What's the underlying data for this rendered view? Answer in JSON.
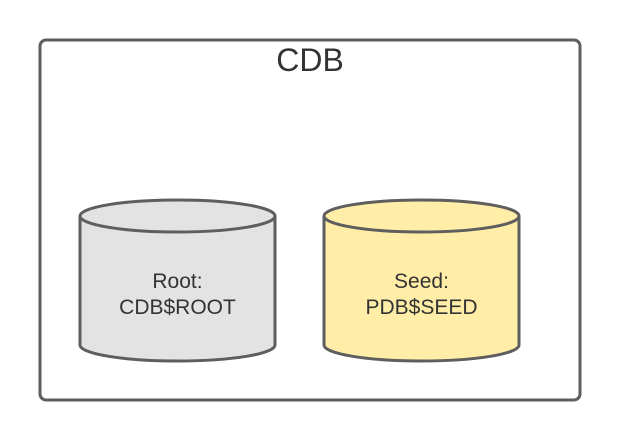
{
  "diagram": {
    "container": {
      "label": "CDB",
      "stroke_color": "#5e5e5e",
      "fill_color": "#ffffff"
    },
    "cylinders": [
      {
        "id": "root",
        "lines": [
          "Root:",
          "CDB$ROOT"
        ],
        "fill_color": "#e3e3e3",
        "stroke_color": "#5e5e5e"
      },
      {
        "id": "seed",
        "lines": [
          "Seed:",
          "PDB$SEED"
        ],
        "fill_color": "#ffeda8",
        "stroke_color": "#5e5e5e"
      }
    ],
    "text_color": "#333333"
  }
}
